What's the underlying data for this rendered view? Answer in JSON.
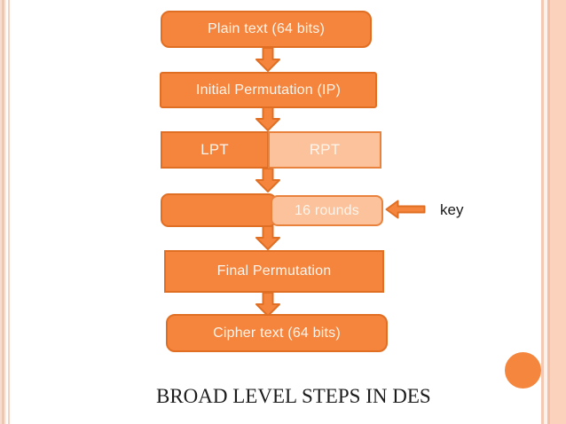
{
  "slide": {
    "title": "BROAD LEVEL STEPS IN DES"
  },
  "flowchart": {
    "nodes": [
      {
        "id": "plain-text",
        "label": "Plain text (64 bits)"
      },
      {
        "id": "initial-permutation",
        "label": "Initial Permutation (IP)"
      },
      {
        "id": "lpt",
        "label": "LPT"
      },
      {
        "id": "rpt",
        "label": "RPT"
      },
      {
        "id": "rounds-left",
        "label": ""
      },
      {
        "id": "rounds",
        "label": "16 rounds"
      },
      {
        "id": "final-permutation",
        "label": "Final Permutation"
      },
      {
        "id": "cipher-text",
        "label": "Cipher text (64 bits)"
      }
    ],
    "key_label": "key"
  },
  "icons": {
    "down_arrow": "down-arrow",
    "key_arrow": "left-arrow",
    "decorative_circle": "filled-circle"
  },
  "colors": {
    "accent_fill": "#f5843c",
    "accent_border": "#e06f24",
    "light_fill": "#fbc29b",
    "light_border": "#e8823c",
    "box_text": "#fdf5ec",
    "key_text": "#1a1a1a",
    "title_text": "#1c1c1c",
    "circle_fill": "#f5863e"
  }
}
